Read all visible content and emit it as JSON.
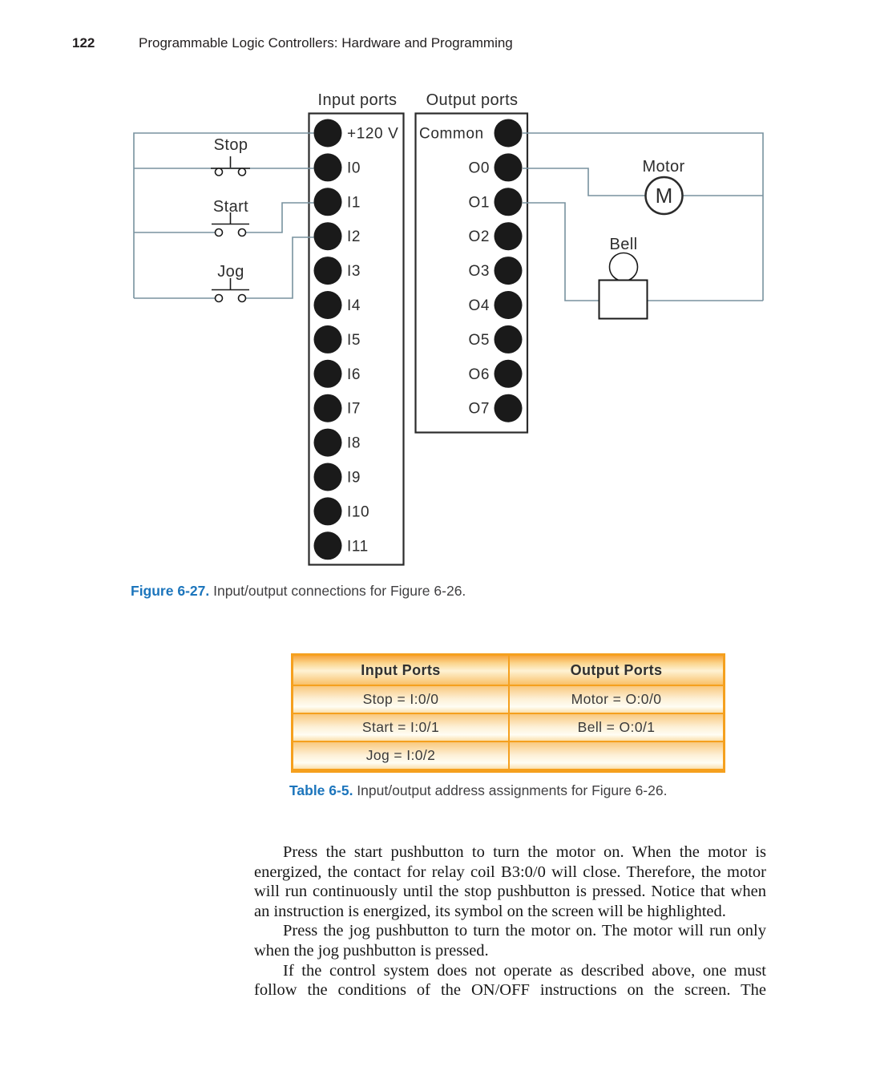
{
  "page": {
    "number": "122",
    "header_title": "Programmable Logic Controllers: Hardware and Programming"
  },
  "diagram": {
    "input_ports": {
      "title": "Input ports",
      "terminals": [
        "+120 V",
        "I0",
        "I1",
        "I2",
        "I3",
        "I4",
        "I5",
        "I6",
        "I7",
        "I8",
        "I9",
        "I10",
        "I11"
      ]
    },
    "output_ports": {
      "title": "Output ports",
      "terminals": [
        "Common",
        "O0",
        "O1",
        "O2",
        "O3",
        "O4",
        "O5",
        "O6",
        "O7"
      ]
    },
    "switches": [
      {
        "label": "Stop",
        "type": "normally-closed-pushbutton"
      },
      {
        "label": "Start",
        "type": "normally-open-pushbutton"
      },
      {
        "label": "Jog",
        "type": "normally-open-pushbutton"
      }
    ],
    "motor": {
      "label": "Motor",
      "symbol": "M"
    },
    "bell": {
      "label": "Bell"
    },
    "colors": {
      "wire": "#78929f",
      "terminal": "#1a1a1a",
      "outline": "#2b2b2b"
    }
  },
  "figure_caption": {
    "label": "Figure 6-27.",
    "text": " Input/output connections for Figure 6-26."
  },
  "table": {
    "headers": [
      "Input Ports",
      "Output Ports"
    ],
    "rows": [
      [
        "Stop = I:0/0",
        "Motor = O:0/0"
      ],
      [
        "Start = I:0/1",
        "Bell = O:0/1"
      ],
      [
        "Jog = I:0/2",
        ""
      ]
    ],
    "border_color": "#f5a01e"
  },
  "table_caption": {
    "label": "Table 6-5.",
    "text": " Input/output address assignments for Figure 6-26."
  },
  "body": {
    "paragraphs": [
      "Press the start pushbutton to turn the motor on. When the motor is energized, the contact for relay coil B3:0/0 will close. Therefore, the motor will run continuously until the stop pushbutton is pressed. Notice that when an instruction is energized, its symbol on the screen will be highlighted.",
      "Press the jog pushbutton to turn the motor on. The motor will run only when the jog pushbutton is pressed.",
      "If the control system does not operate as described above, one must follow the conditions of the ON/OFF instructions on the screen. The"
    ]
  },
  "colors": {
    "caption_blue": "#1c75bc",
    "table_border_orange": "#f5a01e",
    "wire_blue": "#78929f"
  }
}
